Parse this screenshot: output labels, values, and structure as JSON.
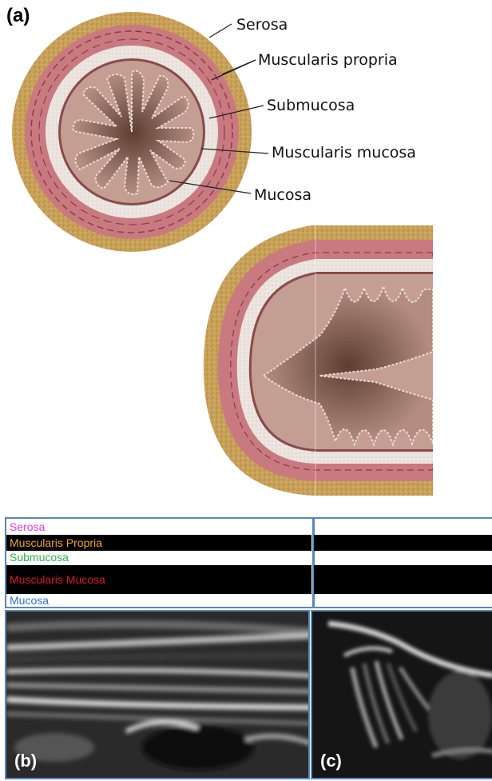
{
  "figure": {
    "panel_a_label": "(a)",
    "panel_b_label": "(b)",
    "panel_c_label": "(c)"
  },
  "annotations": {
    "serosa": "Serosa",
    "muscularis_propria": "Muscularis propria",
    "submucosa": "Submucosa",
    "muscularis_mucosa": "Muscularis mucosa",
    "mucosa": "Mucosa"
  },
  "legend": [
    {
      "label": "Serosa",
      "color": "#e43ad9",
      "bg": "#ffffff"
    },
    {
      "label": "Muscularis Propria",
      "color": "#f5a623",
      "bg": "#000000"
    },
    {
      "label": "Submucosa",
      "color": "#2fb24a",
      "bg": "#ffffff"
    },
    {
      "label": "Muscularis Mucosa",
      "color": "#e0122e",
      "bg": "#000000"
    },
    {
      "label": "Mucosa",
      "color": "#2f6fd6",
      "bg": "#ffffff"
    }
  ],
  "colors": {
    "serosa_layer": "#c9a25a",
    "muscularis_layer": "#c97a7e",
    "submucosa_layer": "#e9e1dc",
    "mucosa_layer": "#b88b80",
    "lumen": "#6e4a3c",
    "panel_border": "#5a87b8"
  }
}
